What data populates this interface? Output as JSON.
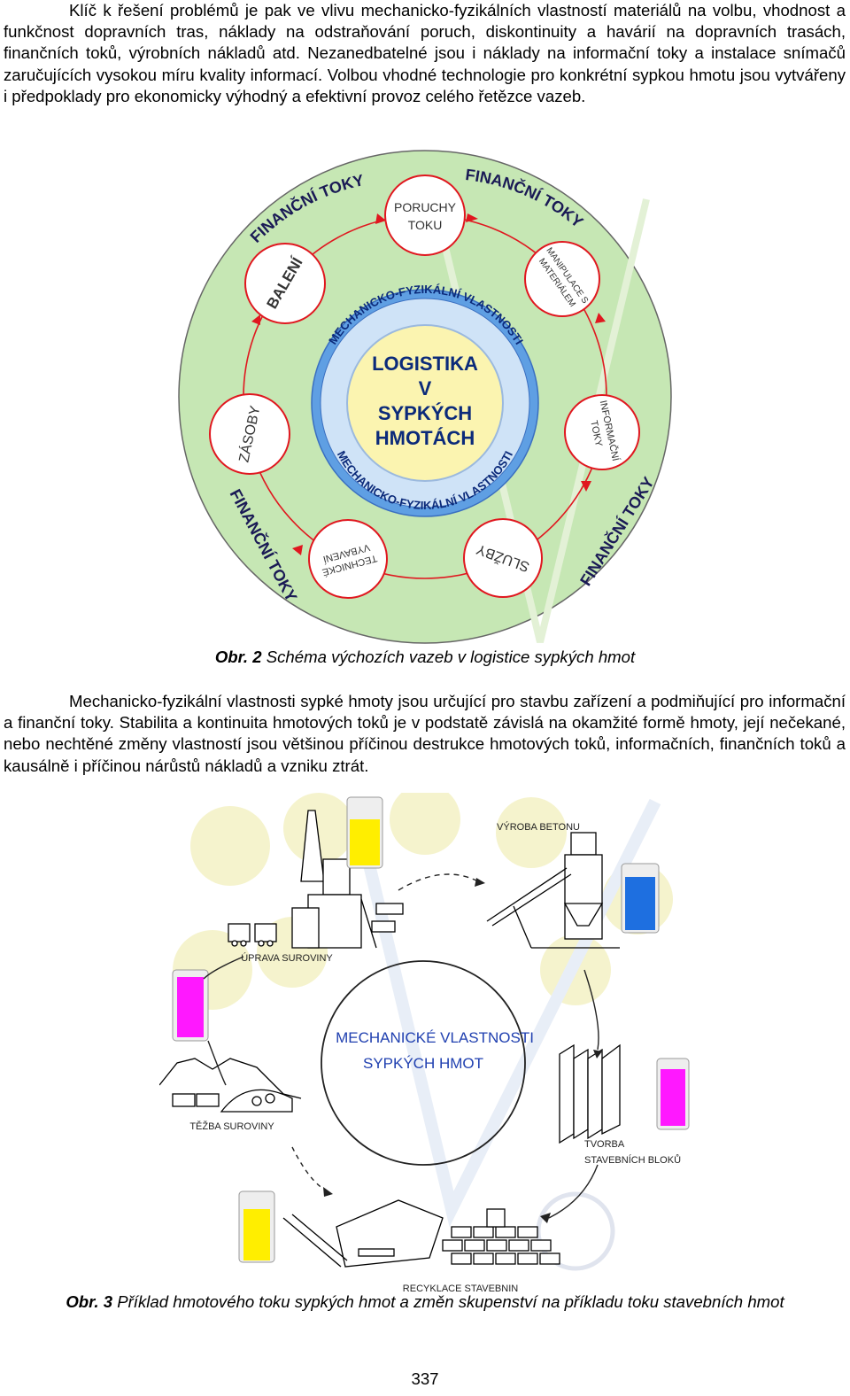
{
  "paragraphs": {
    "p1": "Klíč k řešení problémů je pak ve vlivu mechanicko-fyzikálních vlastností materiálů na volbu, vhodnost a funkčnost dopravních tras, náklady na odstraňování poruch, diskontinuity a havárií na dopravních trasách, finančních toků, výrobních nákladů atd. Nezanedbatelné jsou i náklady na informační toky a instalace snímačů zaručujících vysokou míru kvality informací. Volbou vhodné technologie pro konkrétní sypkou hmotu jsou vytvářeny i předpoklady pro ekonomicky výhodný a efektivní provoz celého řetězce vazeb.",
    "p2": "Mechanicko-fyzikální vlastnosti sypké hmoty jsou určující pro stavbu zařízení a podmiňující pro informační a finanční toky. Stabilita a kontinuita hmotových toků je v podstatě závislá na okamžité formě hmoty, její nečekané, nebo nechtěné změny vlastností jsou většinou příčinou destrukce hmotových toků, informačních, finančních toků a kausálně i příčinou nárůstů nákladů a vzniku ztrát."
  },
  "figure2": {
    "caption_num": "Obr. 2",
    "caption_text": " Schéma výchozích vazeb v logistice sypkých hmot",
    "center": [
      "LOGISTIKA",
      "V",
      "SYPKÝCH",
      "HMOTÁCH"
    ],
    "ring_text": "MECHANICKO-FYZIKÁLNÍ VLASTNOSTI",
    "finance_label": "FINANČNÍ TOKY",
    "nodes": {
      "poruchy": [
        "PORUCHY",
        "TOKU"
      ],
      "manipulace": [
        "MANIPULACE S",
        "MATERIÁLEM"
      ],
      "informacni": [
        "INFORMAČNÍ",
        "TOKY"
      ],
      "sluzby": "SLUŽBY",
      "technicke": [
        "TECHNICKÉ",
        "VYBAVENÍ"
      ],
      "zasoby": "ZÁSOBY",
      "baleni": "BALENÍ"
    },
    "colors": {
      "outer": "#c6e7b4",
      "ring": "#5f9fe3",
      "center": "#fbf4b0",
      "arrows": "#e0171f"
    }
  },
  "figure3": {
    "caption_num": "Obr. 3",
    "caption_text": " Příklad hmotového toku sypkých hmot a změn skupenství na příkladu toku stavebních hmot",
    "center": [
      "MECHANICKÉ VLASTNOSTI",
      "SYPKÝCH HMOT"
    ],
    "labels": {
      "uprava": "ÚPRAVA SUROVINY",
      "vyroba": "VÝROBA BETONU",
      "tezba": "TĚŽBA SUROVINY",
      "tvorba": [
        "TVORBA",
        "STAVEBNÍCH BLOKŮ"
      ],
      "recyklace": "RECYKLACE STAVEBNIN"
    },
    "colors": {
      "yellow": "#ffee00",
      "blue": "#1e6fe0",
      "magenta": "#ff18ff",
      "watermark": "#f4f2c8"
    }
  },
  "page_number": "337"
}
